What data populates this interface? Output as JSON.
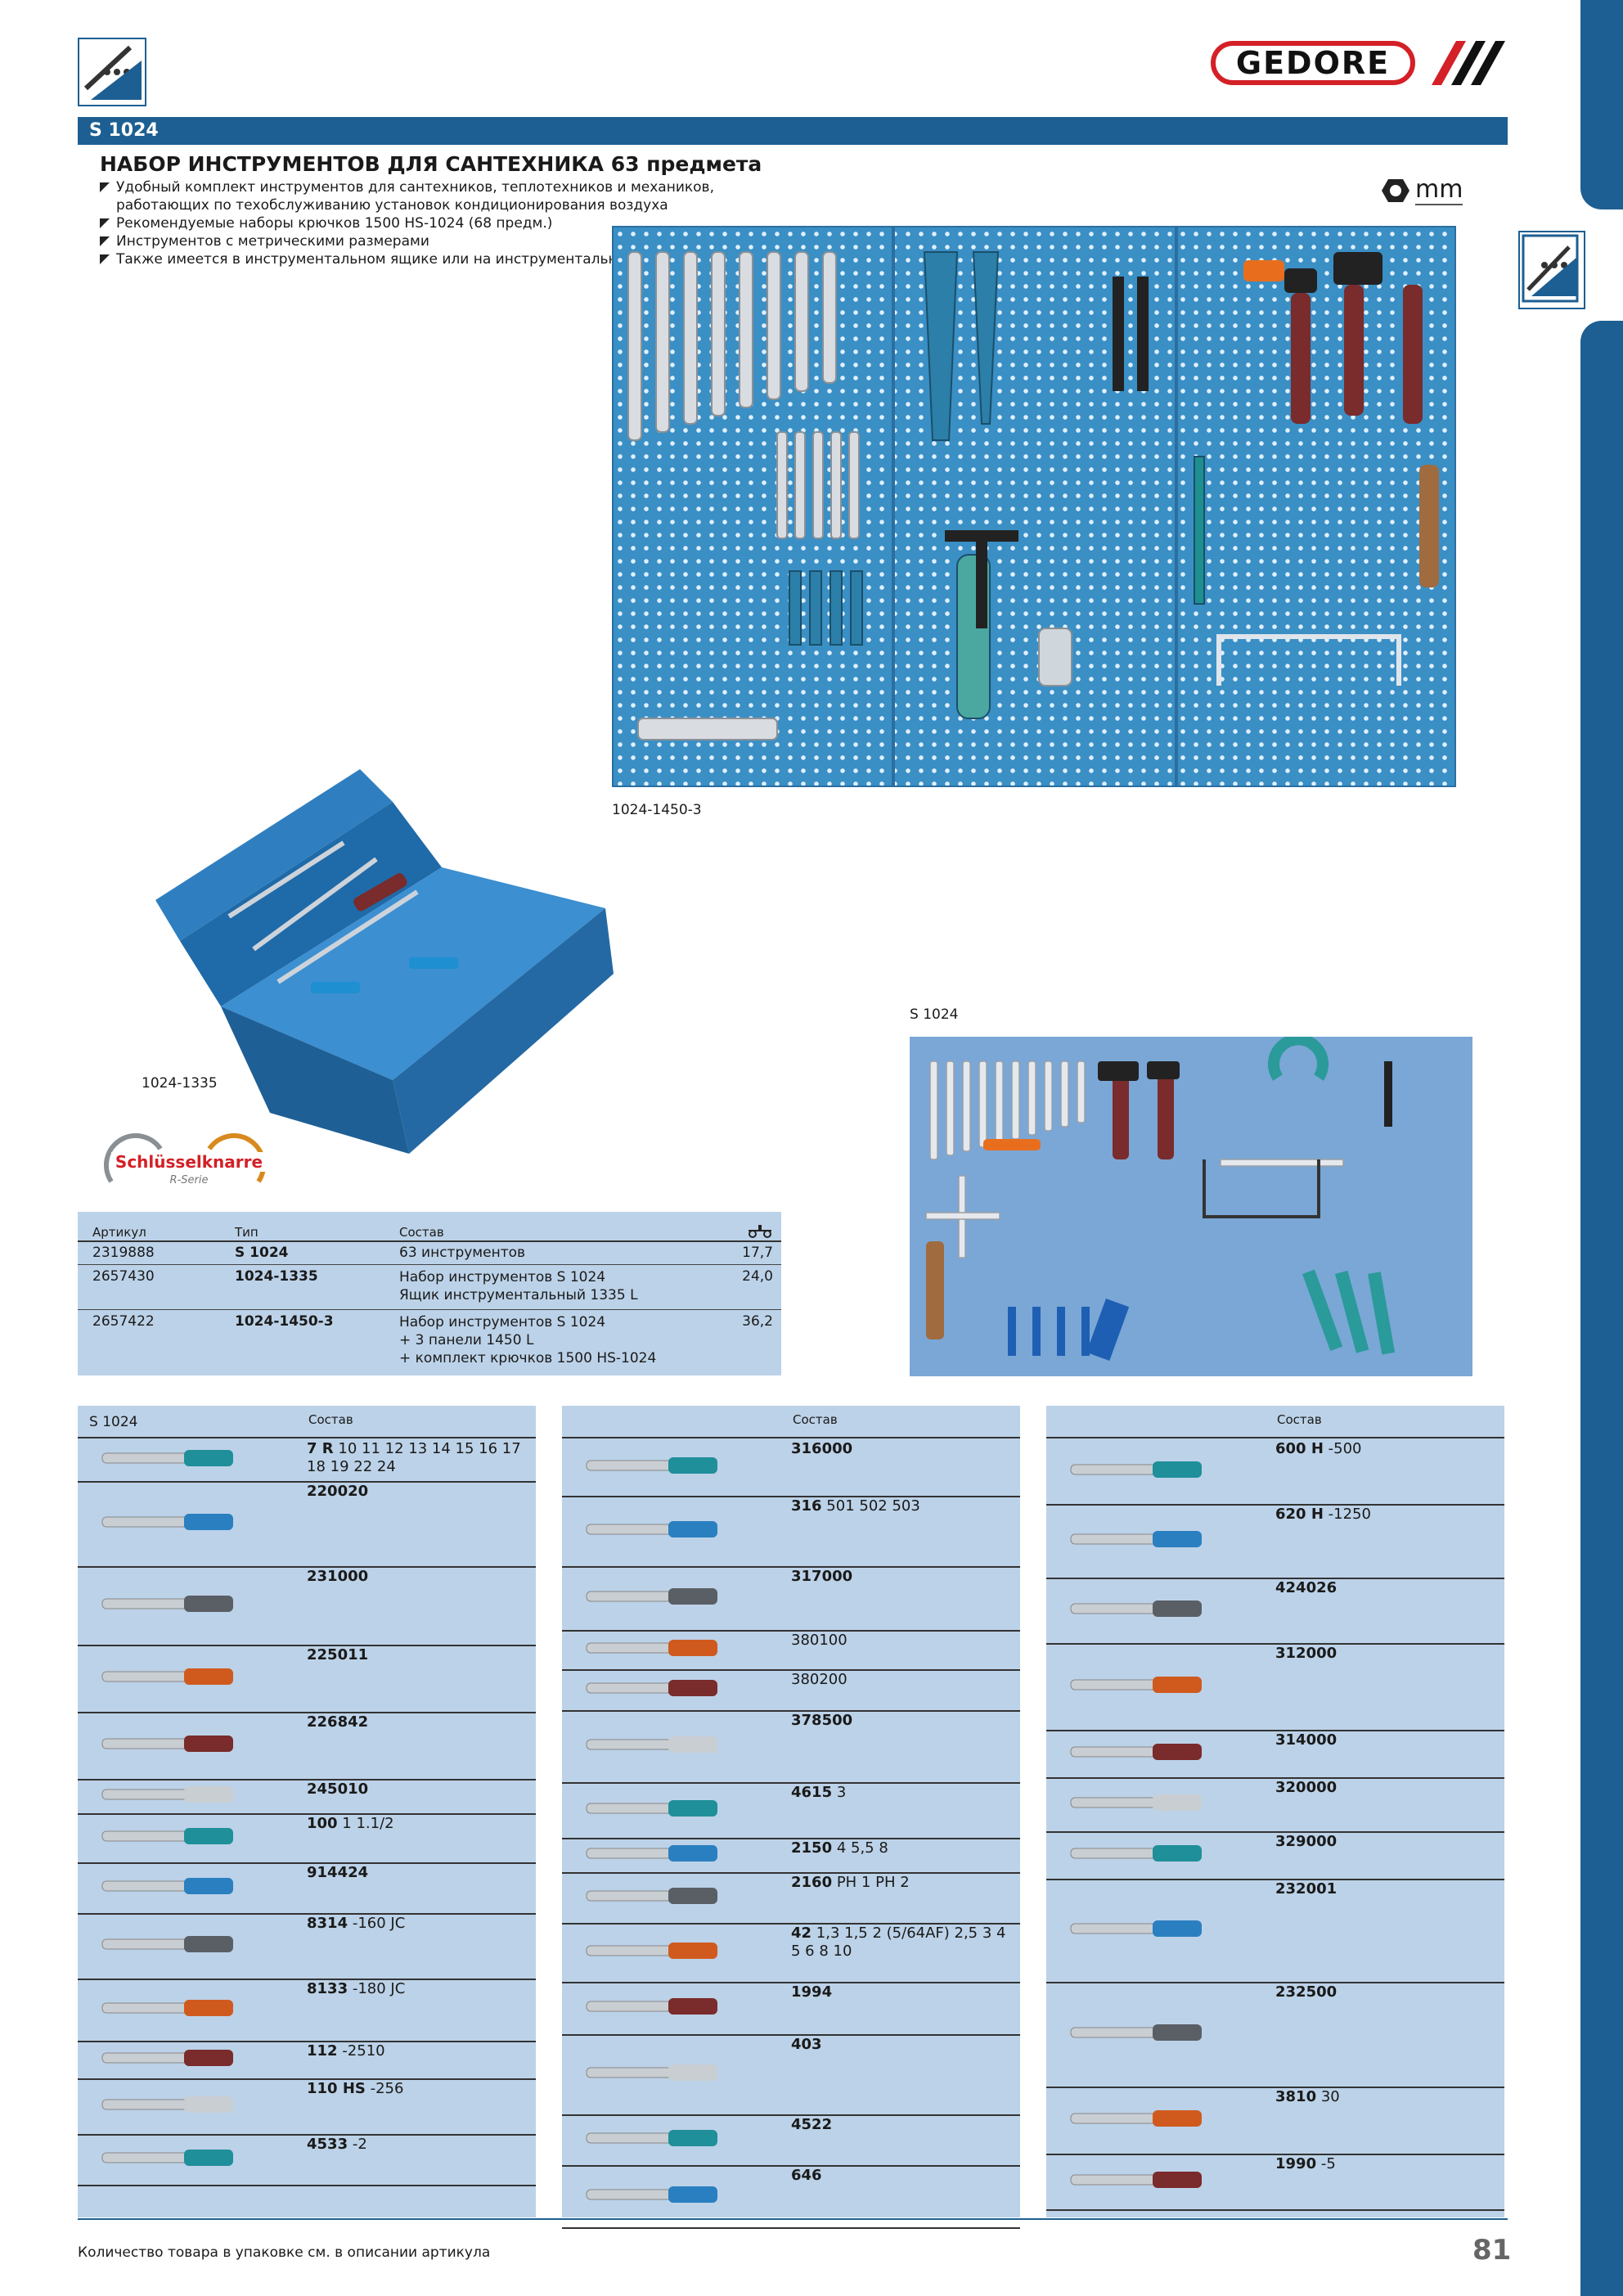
{
  "header": {
    "brand": "GEDORE",
    "article_bar": "S 1024",
    "title": "НАБОР ИНСТРУМЕНТОВ ДЛЯ САНТЕХНИКА 63 предмета",
    "unit": "mm",
    "bullets": [
      "Удобный комплект инструментов для сантехников, теплотехников и механиков, работающих по техобслуживанию установок кондиционирования воздуха",
      "Рекомендуемые наборы крючков 1500 HS-1024 (68 предм.)",
      "Инструментов с метрическими размерами",
      "Также имеется в инструментальном ящике или на инструментальной панели"
    ]
  },
  "captions": {
    "panel": "1024-1450-3",
    "box": "1024-1335",
    "set": "S 1024",
    "badge_main": "Schlüsselknarre",
    "badge_sub": "R-Serie"
  },
  "articles": {
    "headers": [
      "Артикул",
      "Тип",
      "Состав"
    ],
    "weight_icon": "scale-icon",
    "rows": [
      {
        "code": "2319888",
        "type": "S 1024",
        "content": "63 инструментов",
        "weight": "17,7"
      },
      {
        "code": "2657430",
        "type": "1024-1335",
        "content": "Набор инструментов S 1024\nЯщик инструментальный 1335 L",
        "weight": "24,0"
      },
      {
        "code": "2657422",
        "type": "1024-1450-3",
        "content": "Набор инструментов S 1024\n+ 3 панели 1450 L\n+ комплект крючков 1500 HS-1024",
        "weight": "36,2"
      }
    ]
  },
  "composition": {
    "header_left": "S 1024",
    "header_label": "Состав",
    "col1": [
      {
        "bold": "7 R",
        "rest": " 10 11 12 13 14 15 16 17 18 19 22 24",
        "icon": "ratchet-wrench-icon"
      },
      {
        "bold": "220020",
        "rest": "",
        "icon": "pipe-cutter-icon"
      },
      {
        "bold": "231000",
        "rest": "",
        "icon": "pipe-cutter-icon"
      },
      {
        "bold": "225011",
        "rest": "",
        "icon": "tube-cutter-icon"
      },
      {
        "bold": "226842",
        "rest": "",
        "icon": "pipe-shears-icon"
      },
      {
        "bold": "245010",
        "rest": "",
        "icon": "deburrer-icon"
      },
      {
        "bold": "100",
        "rest": " 1 1.1/2",
        "icon": "pipe-wrench-icon"
      },
      {
        "bold": "914424",
        "rest": "",
        "icon": "water-pump-pliers-icon"
      },
      {
        "bold": "8314",
        "rest": " -160 JC",
        "icon": "combination-pliers-icon"
      },
      {
        "bold": "8133",
        "rest": " -180 JC",
        "icon": "pliers-icon"
      },
      {
        "bold": "112",
        "rest": " -2510",
        "icon": "pencil-icon"
      },
      {
        "bold": "110 HS",
        "rest": " -256",
        "icon": "chisel-icon"
      },
      {
        "bold": "4533",
        "rest": " -2",
        "icon": "folding-rule-icon"
      }
    ],
    "col2": [
      {
        "bold": "316000",
        "rest": "",
        "icon": "tap-wrench-icon"
      },
      {
        "bold": "316",
        "rest": " 501 502 503",
        "icon": "socket-wrench-icon"
      },
      {
        "bold": "317000",
        "rest": "",
        "icon": "double-end-wrench-icon"
      },
      {
        "bold": "",
        "rest": "380100",
        "icon": "adapter-icon"
      },
      {
        "bold": "",
        "rest": "380200",
        "icon": "ratchet-icon"
      },
      {
        "bold": "378500",
        "rest": "",
        "icon": "cross-wrench-icon"
      },
      {
        "bold": "4615",
        "rest": " 3",
        "icon": "screwdriver-icon"
      },
      {
        "bold": "2150",
        "rest": " 4 5,5 8",
        "icon": "screwdriver-icon"
      },
      {
        "bold": "2160",
        "rest": " PH 1 PH 2",
        "icon": "screwdriver-icon"
      },
      {
        "bold": "42",
        "rest": " 1,3 1,5 2 (5/64AF) 2,5 3 4 5 6 8 10",
        "icon": "hex-key-icon"
      },
      {
        "bold": "1994",
        "rest": "",
        "icon": "magnet-icon"
      },
      {
        "bold": "403",
        "rest": "",
        "icon": "hacksaw-icon"
      },
      {
        "bold": "4522",
        "rest": "",
        "icon": "knife-icon"
      },
      {
        "bold": "646",
        "rest": "",
        "icon": "blank-icon"
      }
    ],
    "col3": [
      {
        "bold": "600 H",
        "rest": " -500",
        "icon": "hammer-icon"
      },
      {
        "bold": "620 H",
        "rest": " -1250",
        "icon": "sledge-hammer-icon"
      },
      {
        "bold": "424026",
        "rest": "",
        "icon": "tin-snips-icon"
      },
      {
        "bold": "312000",
        "rest": "",
        "icon": "valve-tool-icon"
      },
      {
        "bold": "314000",
        "rest": "",
        "icon": "socket-icon"
      },
      {
        "bold": "320000",
        "rest": "",
        "icon": "pipe-pliers-icon"
      },
      {
        "bold": "329000",
        "rest": "",
        "icon": "circlip-pliers-icon"
      },
      {
        "bold": "232001",
        "rest": "",
        "icon": "deburring-tool-icon"
      },
      {
        "bold": "232500",
        "rest": "",
        "icon": "deburring-tool-icon"
      },
      {
        "bold": "3810",
        "rest": " 30",
        "icon": "ring-spanner-icon"
      },
      {
        "bold": "1990",
        "rest": " -5",
        "icon": "extension-bar-icon"
      }
    ]
  },
  "footer": {
    "note": "Количество товара в упаковке см. в описании артикула",
    "page": "81"
  },
  "colors": {
    "brand_blue": "#1d5f92",
    "table_bg": "#bcd2e8",
    "logo_red": "#d42027"
  }
}
